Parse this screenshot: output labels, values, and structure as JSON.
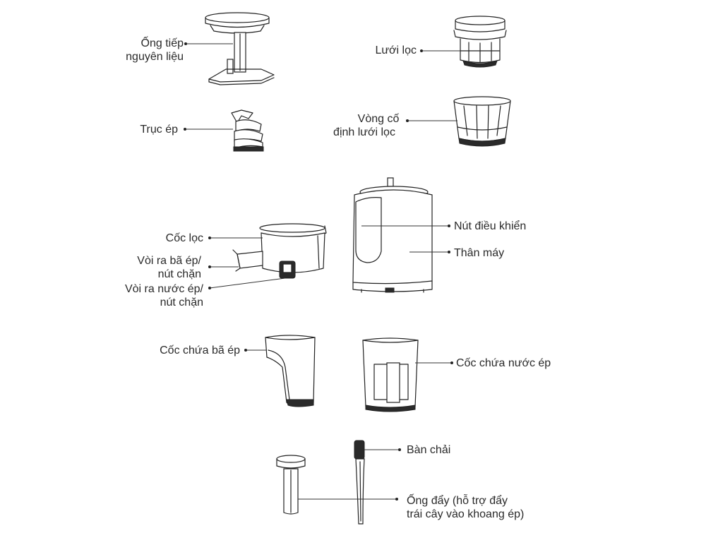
{
  "labels": {
    "feed_chute": [
      "Ống tiếp",
      "nguyên liệu"
    ],
    "screw": "Trục ép",
    "strainer": "Lưới lọc",
    "strainer_ring": [
      "Vòng cố",
      "định lưới lọc"
    ],
    "juicing_bowl": "Cốc lọc",
    "pulp_outlet": [
      "Vòi ra bã ép/",
      "nút chặn"
    ],
    "juice_outlet": [
      "Vòi ra nước ép/",
      "nút chặn"
    ],
    "control_knob": "Nút điều khiển",
    "main_body": "Thân máy",
    "pulp_cup": "Cốc chứa bã ép",
    "juice_cup": "Cốc chứa nước ép",
    "brush": "Bàn chải",
    "pusher": [
      "Ống đẩy (hỗ trợ đẩy",
      "trái cây vào khoang ép)"
    ]
  }
}
